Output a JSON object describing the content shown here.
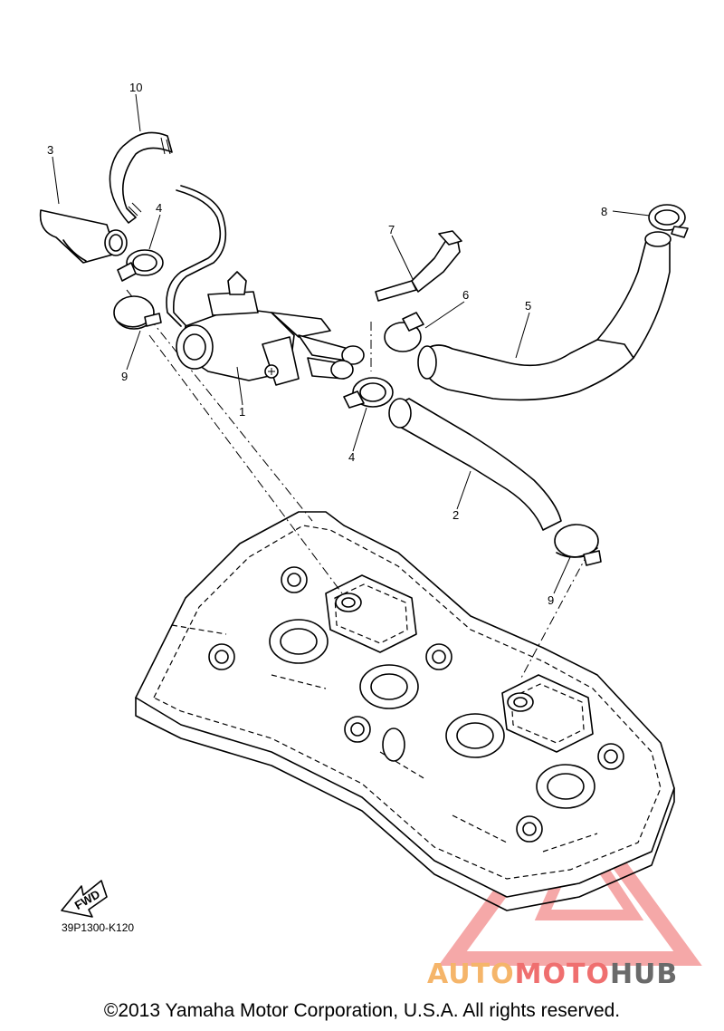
{
  "diagram": {
    "callouts": [
      "10",
      "3",
      "4",
      "7",
      "8",
      "6",
      "5",
      "9",
      "1",
      "4",
      "2",
      "9"
    ],
    "fwd_label": "FWD",
    "part_code": "39P1300-K120"
  },
  "footer": {
    "copyright": "©2013 Yamaha Motor Corporation, U.S.A. All rights reserved."
  },
  "watermark": {
    "part1": "AUTO",
    "part2": "MOTO",
    "part3": "HUB",
    "colors": {
      "auto": "#f5b56a",
      "moto": "#ef6f6f",
      "hub": "#6a6a6a",
      "triangle": "#f28b8b"
    }
  }
}
